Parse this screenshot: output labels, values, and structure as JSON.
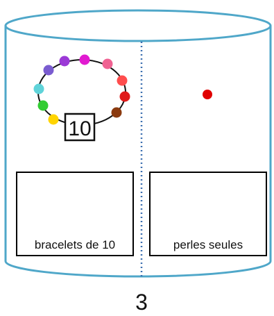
{
  "bracelet": {
    "tag_label": "10",
    "bead_colors": [
      "#ffd400",
      "#33cc33",
      "#5fd3d9",
      "#7a5cd0",
      "#9b39d6",
      "#e11ad0",
      "#f06292",
      "#ff4d4d",
      "#e01b1b",
      "#8b3a0f"
    ]
  },
  "loose_beads": {
    "count": 1,
    "color": "#e00000"
  },
  "boxes": {
    "left_label": "bracelets de 10",
    "right_label": "perles seules"
  },
  "total": "3",
  "colors": {
    "cylinder_stroke": "#4fa7c9",
    "divider": "#3b6fb0",
    "box_stroke": "#000000"
  }
}
